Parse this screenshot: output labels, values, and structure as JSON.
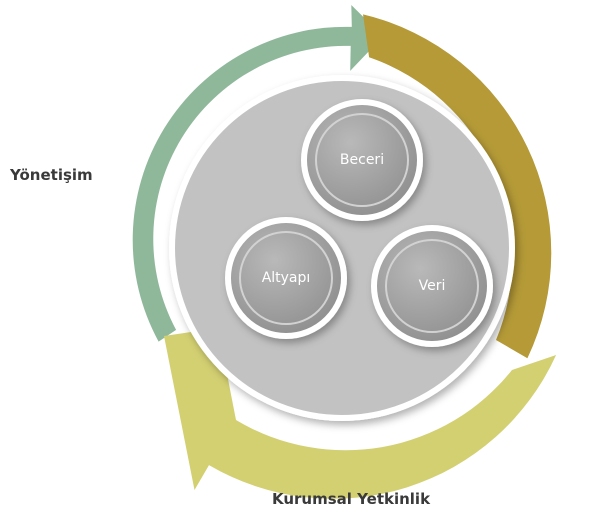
{
  "outer_labels": {
    "left": "Yönetişim",
    "bottom": "Kurumsal Yetkinlik"
  },
  "nodes": {
    "top": "Beceri",
    "left": "Altyapı",
    "right": "Veri"
  },
  "colors": {
    "arrow_green": "#8fb89b",
    "arrow_gold": "#b59a37",
    "arrow_lime": "#d3d072",
    "center_disc": "#c2c2c2",
    "node_fill": "#a8a8a8"
  }
}
